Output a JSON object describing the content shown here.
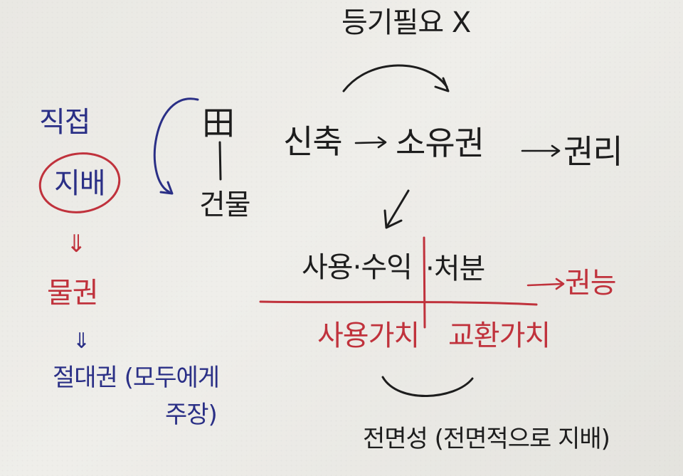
{
  "colors": {
    "black_ink": "#1d1d1d",
    "blue_ink": "#2a2f86",
    "red_ink": "#c0323c",
    "paper": "#ecebe6"
  },
  "top_note": "등기필요 X",
  "left_column": {
    "direct": "직접",
    "control": "지배",
    "arrow_down_1": "⇓",
    "property_right": "물권",
    "arrow_down_2": "⇓",
    "absolute_right": "절대권 (모두에게",
    "assertable": "주장)"
  },
  "building_symbol": "田",
  "building_label": "건물",
  "main_chain": {
    "new_construction": "신축",
    "ownership": "소유권",
    "right": "권리"
  },
  "powers": {
    "use_profit": "사용·수익",
    "disposal": "·처분",
    "capacity": "권능"
  },
  "values": {
    "use_value": "사용가치",
    "exchange_value": "교환가치"
  },
  "completeness": "전면성 (전면적으로 지배)"
}
